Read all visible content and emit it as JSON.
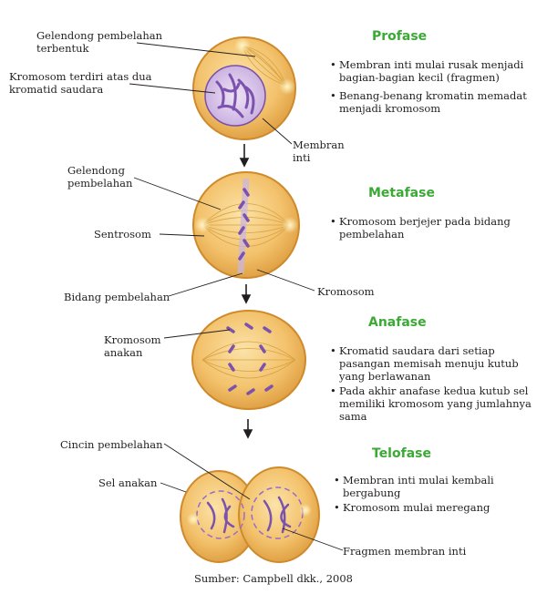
{
  "phases": [
    {
      "title": "Profase",
      "bullets": [
        "Membran inti mulai rusak menjadi bagian-bagian kecil (fragmen)",
        "Benang-benang kromatin memadat menjadi kromosom"
      ],
      "labels": {
        "spindle": "Gelendong pembelahan\nterbentuk",
        "chromosome": "Kromosom terdiri atas dua\nkromatid saudara",
        "membrane": "Membran\ninti"
      }
    },
    {
      "title": "Metafase",
      "bullets": [
        "Kromosom berjejer pada bidang pembelahan"
      ],
      "labels": {
        "spindle": "Gelendong\npembelahan",
        "centrosome": "Sentrosom",
        "plane": "Bidang pembelahan",
        "chromosome": "Kromosom"
      }
    },
    {
      "title": "Anafase",
      "bullets": [
        "Kromatid saudara dari setiap pasangan memisah menuju kutub yang berlawanan",
        "Pada akhir anafase kedua kutub sel memiliki kromosom yang jumlahnya sama"
      ],
      "labels": {
        "daughter_chromosome": "Kromosom\nanakan"
      }
    },
    {
      "title": "Telofase",
      "bullets": [
        "Membran inti mulai kembali bergabung",
        "Kromosom mulai meregang"
      ],
      "labels": {
        "cleavage": "Cincin pembelahan",
        "daughter_cell": "Sel anakan",
        "fragment": "Fragmen membran inti"
      }
    }
  ],
  "source": "Sumber: Campbell dkk., 2008",
  "colors": {
    "cell_fill": "#f0b75a",
    "cell_edge": "#d08a2a",
    "chromosome": "#8a62b8",
    "heading": "#3aaa35"
  }
}
